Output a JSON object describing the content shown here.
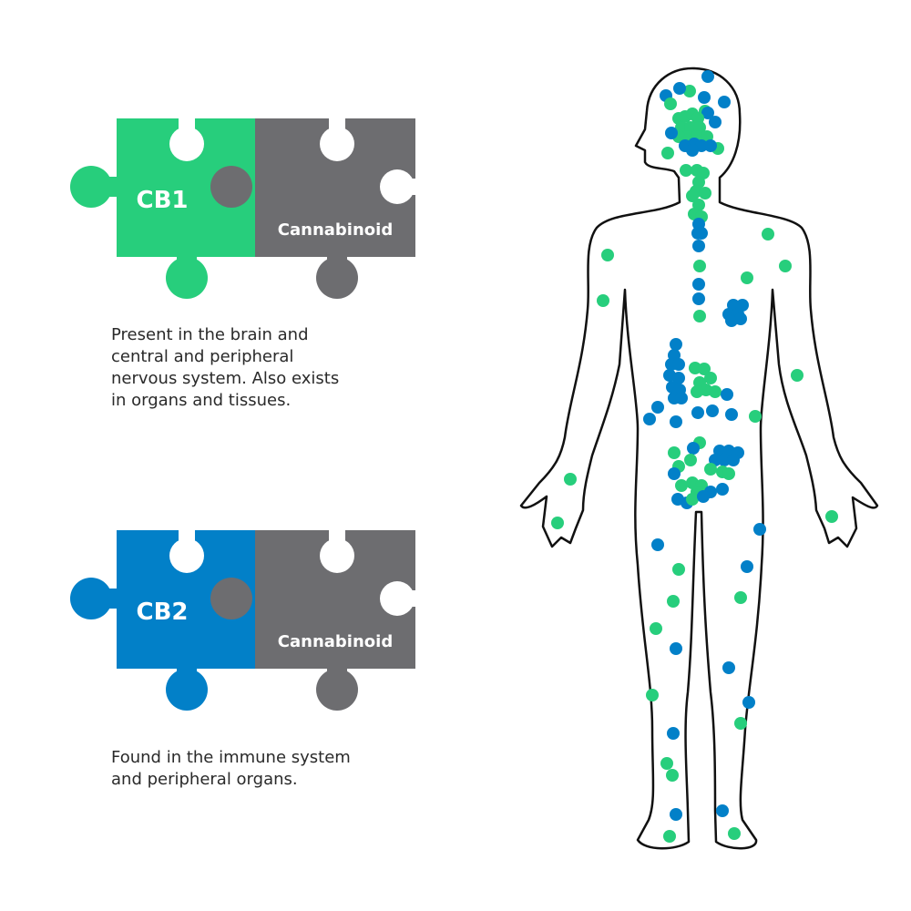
{
  "colors": {
    "cb1": "#27CE7C",
    "cb2": "#0280C8",
    "cannabinoid": "#6D6D70",
    "outline": "#111111"
  },
  "cb1": {
    "label": "CB1",
    "partner_label": "Cannabinoid",
    "description": [
      "Present in the brain and",
      "central and peripheral",
      "nervous system.  Also exists",
      "in organs and tissues."
    ]
  },
  "cb2": {
    "label": "CB2",
    "partner_label": "Cannabinoid",
    "description": [
      "Found in the immune system",
      "and peripheral organs."
    ]
  }
}
